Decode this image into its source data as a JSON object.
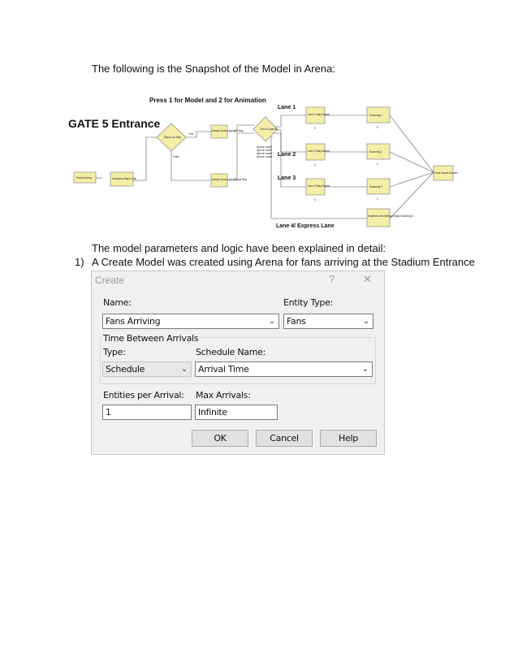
{
  "intro_text": "The following is the Snapshot of the Model in Arena:",
  "diagram": {
    "header": "Press 1 for Model and 2 for Animation",
    "title": "GATE 5 Entrance",
    "lane_labels": [
      "Lane 1",
      "Lane 2",
      "Lane 3",
      "Lane 4/ Express Lane"
    ],
    "blocks": {
      "fans_arriving": "Fans Arriving",
      "assign_bag": "Assigning Bag to Fan",
      "bag_decide": "Bag or no Bag",
      "true_label": "True",
      "false_label": "False",
      "queue_with_bag": "Assign Queue for With Bag",
      "queue_without_bag": "Assign Queue for Without Bag",
      "sort_queues": "Sort to Queues",
      "sort_outputs": [
        "Queue Lane1",
        "Queue Lane2",
        "Queue Lane3",
        "Queue Lane4"
      ],
      "lane1_search": "Lane 1 Bag Search",
      "lane2_search": "Lane 2 Bag Search",
      "lane3_search": "Lane 3 Bag Search",
      "scanning1": "Scanning 1",
      "scanning2": "Scanning 2",
      "scanning3": "Scanning 3",
      "express": "Express Lane Without Bags Scanning 4",
      "depart": "Fans Depart System",
      "counter": "0"
    }
  },
  "explain_text": "The model parameters and logic have been explained in detail:",
  "item1_num": "1)",
  "item1_text": "A Create Model was created using Arena for fans arriving at the Stadium Entrance",
  "dialog": {
    "title": "Create",
    "help_icon": "?",
    "close_icon": "✕",
    "name_label": "Name:",
    "name_value": "Fans Arriving",
    "entity_type_label": "Entity Type:",
    "entity_type_value": "Fans",
    "group_label": "Time Between Arrivals",
    "type_label": "Type:",
    "type_value": "Schedule",
    "schedule_label": "Schedule Name:",
    "schedule_value": "Arrival Time",
    "entities_label": "Entities per Arrival:",
    "entities_value": "1",
    "max_label": "Max Arrivals:",
    "max_value": "Infinite",
    "ok_label": "OK",
    "cancel_label": "Cancel",
    "help_label": "Help"
  }
}
